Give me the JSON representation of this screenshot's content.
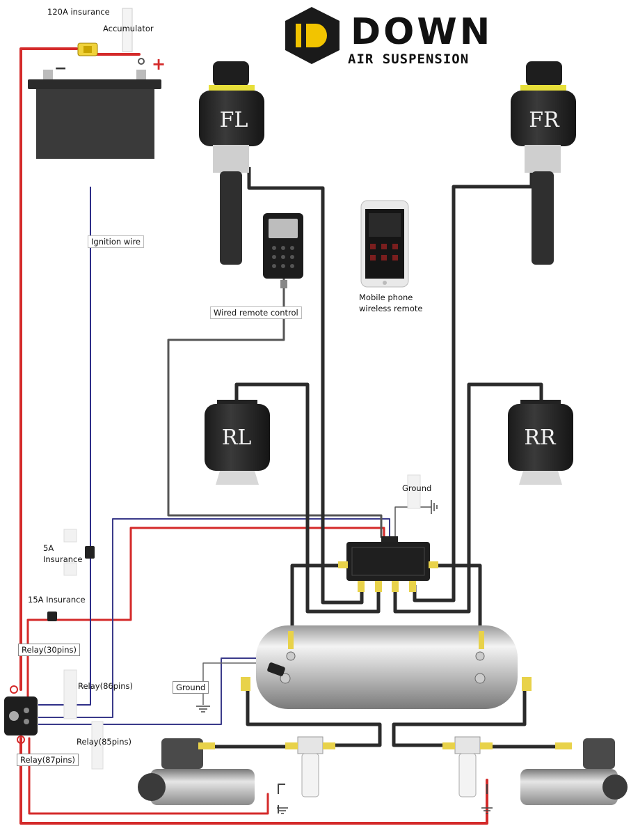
{
  "brand": {
    "name": "DOWN",
    "tagline": "AIR SUSPENSION"
  },
  "battery": {
    "minus_symbol": "−",
    "plus_symbol": "+"
  },
  "labels": {
    "fuse_120a": "120A insurance",
    "accumulator": "Accumulator",
    "ignition_wire": "Ignition wire",
    "wired_remote": "Wired remote control",
    "mobile_remote_line1": "Mobile phone",
    "mobile_remote_line2": "wireless remote",
    "ground_top": "Ground",
    "ground_left": "Ground",
    "fuse_5a_line1": "5A",
    "fuse_5a_line2": "Insurance",
    "fuse_15a": "15A Insurance",
    "relay_30": "Relay(30pins)",
    "relay_86": "Relay(86pins)",
    "relay_85": "Relay(85pins)",
    "relay_87": "Relay(87pins)"
  },
  "airbags": {
    "front_left": "FL",
    "front_right": "FR",
    "rear_left": "RL",
    "rear_right": "RR"
  },
  "colors": {
    "power_wire": "#d42a2a",
    "signal_wire": "#3a3a8a",
    "air_line": "#2b2b2b",
    "fitting": "#e8d24a",
    "tank": "#c8c8c8",
    "logo_accent": "#f2c400"
  }
}
